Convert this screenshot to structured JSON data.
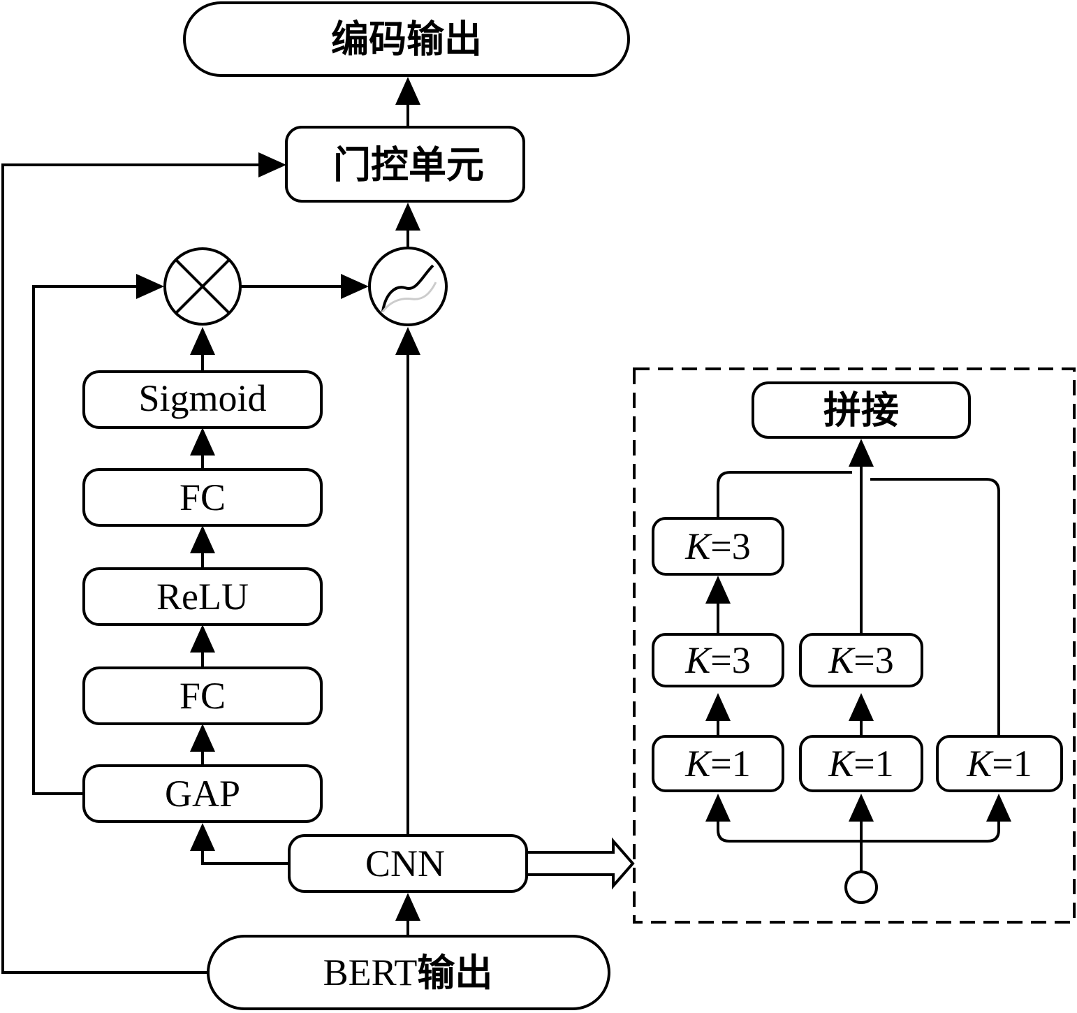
{
  "nodes": {
    "encode_output": "编码输出",
    "gate_unit": "门控单元",
    "sigmoid": "Sigmoid",
    "fc_top": "FC",
    "relu": "ReLU",
    "fc_bottom": "FC",
    "gap": "GAP",
    "cnn": "CNN",
    "bert_prefix": "BERT",
    "bert_suffix": "输出",
    "concat": "拼接"
  },
  "kernels": {
    "var": "K",
    "branch1_top": "=3",
    "branch1_mid": "=3",
    "branch1_bottom": "=1",
    "branch2_mid": "=3",
    "branch2_bottom": "=1",
    "branch3_bottom": "=1"
  },
  "icons": {
    "multiply": "multiply-circle-icon",
    "activation": "wave-circle-icon",
    "input": "input-circle-icon"
  }
}
